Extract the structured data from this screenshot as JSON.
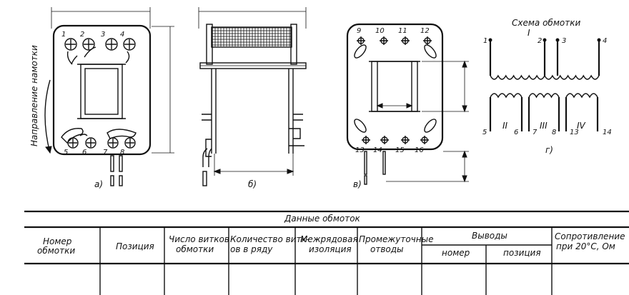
{
  "labels": {
    "winding_direction": "Направление намотки",
    "view_a": "а)",
    "view_b": "б)",
    "view_v": "в)",
    "view_g": "г)"
  },
  "view_a_pins": [
    "1",
    "2",
    "3",
    "4",
    "5",
    "6",
    "7",
    "8"
  ],
  "view_v_pins": [
    "9",
    "10",
    "11",
    "12",
    "13",
    "14",
    "15",
    "16"
  ],
  "schema": {
    "title": "Схема обмотки",
    "primary_roman": "I",
    "secondary_romans": [
      "II",
      "III",
      "IV"
    ],
    "terminals": [
      "1",
      "2",
      "3",
      "4",
      "5",
      "6",
      "7",
      "8",
      "13",
      "14"
    ]
  },
  "table": {
    "title": "Данные обмоток",
    "headers": {
      "winding_number": "Номер обмотки",
      "position": "Позиция",
      "turns": "Число витков обмотки",
      "turns_per_layer": "Количество витков в ряду",
      "interlayer_insulation": "Межрядовая изоляция",
      "taps": "Промежуточные отводы",
      "leads": "Выводы",
      "leads_number": "номер",
      "leads_position": "позиция",
      "resistance": "Сопротивление при 20°С, Ом"
    }
  }
}
